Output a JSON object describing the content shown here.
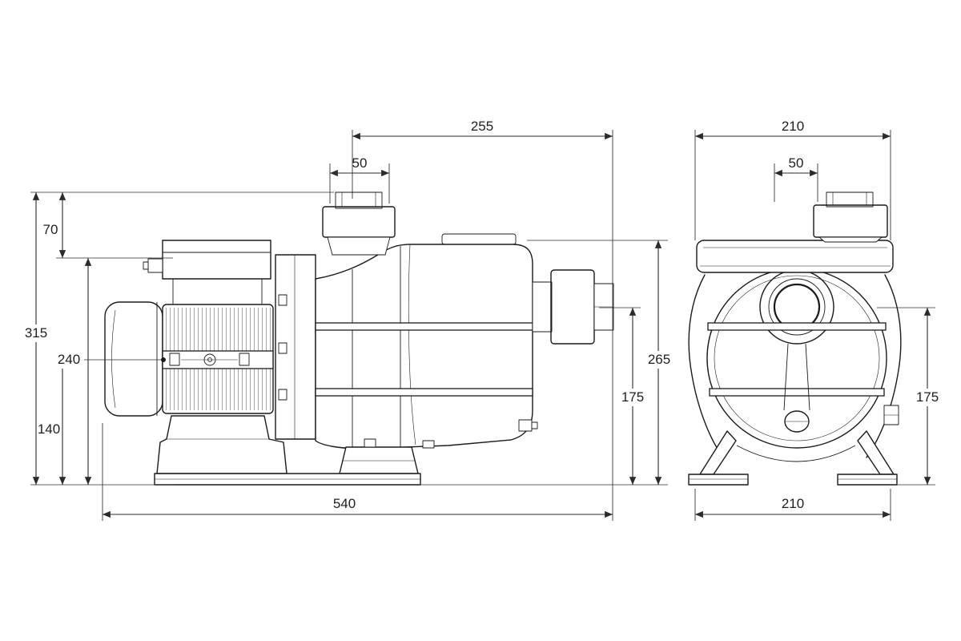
{
  "drawing": {
    "dimensions": {
      "side_top_span": "255",
      "side_port_diameter": "50",
      "side_lid_offset": "70",
      "side_total_height": "315",
      "side_body_height": "240",
      "side_axis_height": "140",
      "side_outlet_top_height": "265",
      "side_outlet_axis_height": "175",
      "side_overall_length": "540",
      "front_top_span": "210",
      "front_port_diameter": "50",
      "front_axis_height": "175",
      "front_overall_width": "210"
    },
    "colors": {
      "line": "#1a1a1a",
      "dimension": "#2b2b2b",
      "background": "#ffffff"
    }
  }
}
